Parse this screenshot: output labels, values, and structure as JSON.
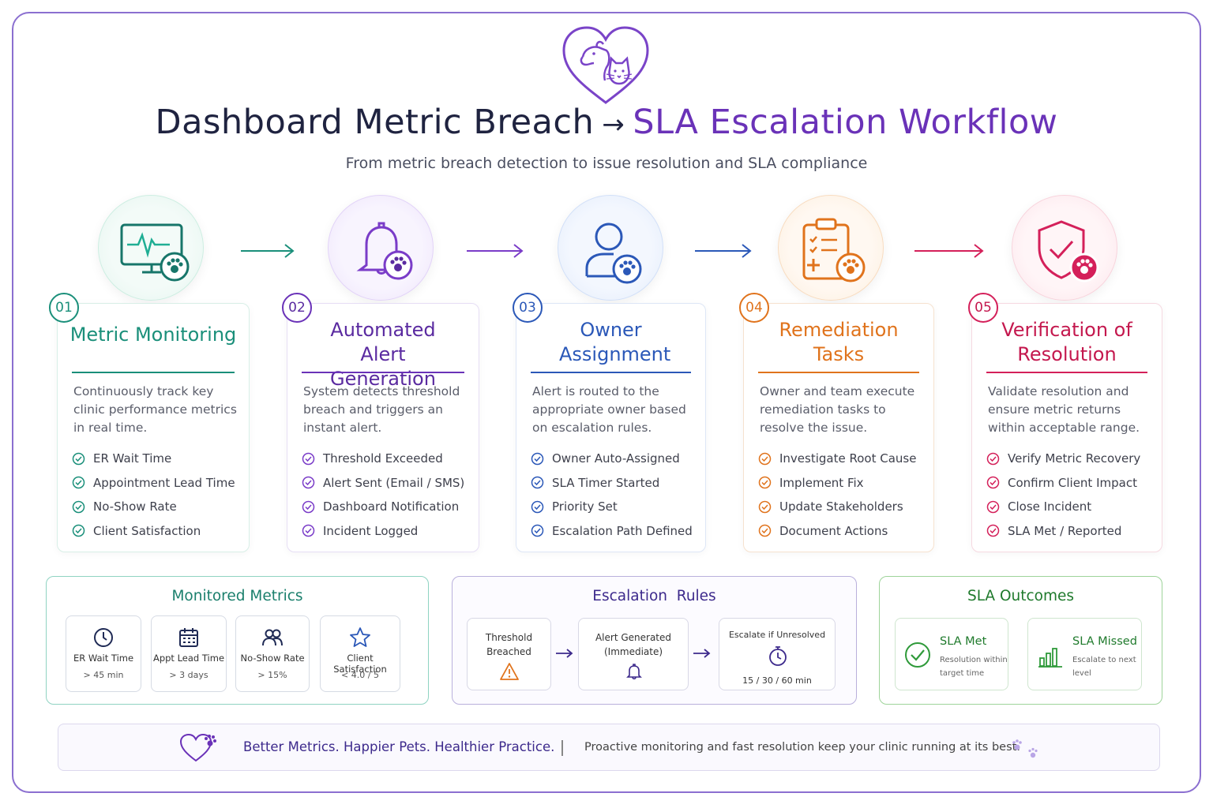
{
  "header": {
    "title_part1": "Dashboard Metric Breach",
    "title_arrow": "→",
    "title_part2": "SLA Escalation Workflow",
    "subtitle": "From metric breach detection to issue resolution and SLA compliance",
    "logo_icon": "heart-dog-cat-icon"
  },
  "colors": {
    "teal": "#1a8f7a",
    "purple": "#6a32b8",
    "blue": "#2b58b8",
    "orange": "#e0731c",
    "pink": "#d4205a",
    "green": "#2f9a3a"
  },
  "steps": [
    {
      "num": "01",
      "title": "Metric Monitoring",
      "icon": "monitor-heartbeat-icon",
      "desc": "Continuously track key clinic performance metrics in real time.",
      "items": [
        "ER Wait Time",
        "Appointment Lead Time",
        "No-Show Rate",
        "Client Satisfaction"
      ]
    },
    {
      "num": "02",
      "title": "Automated Alert Generation",
      "icon": "bell-icon",
      "desc": "System detects threshold breach and triggers an instant alert.",
      "items": [
        "Threshold Exceeded",
        "Alert Sent (Email / SMS)",
        "Dashboard Notification",
        "Incident Logged"
      ]
    },
    {
      "num": "03",
      "title": "Owner Assignment",
      "icon": "user-icon",
      "desc": "Alert is routed to the appropriate owner based on escalation rules.",
      "items": [
        "Owner Auto-Assigned",
        "SLA Timer Started",
        "Priority Set",
        "Escalation Path Defined"
      ]
    },
    {
      "num": "04",
      "title": "Remediation Tasks",
      "icon": "clipboard-checklist-icon",
      "desc": "Owner and team execute remediation tasks to resolve the issue.",
      "items": [
        "Investigate Root Cause",
        "Implement Fix",
        "Update Stakeholders",
        "Document Actions"
      ]
    },
    {
      "num": "05",
      "title": "Verification of Resolution",
      "icon": "shield-check-icon",
      "desc": "Validate resolution and ensure metric returns within acceptable range.",
      "items": [
        "Verify Metric Recovery",
        "Confirm Client Impact",
        "Close Incident",
        "SLA Met / Reported"
      ]
    }
  ],
  "monitored_metrics": {
    "title": "Monitored Metrics",
    "tiles": [
      {
        "label": "ER Wait Time",
        "value": "> 45 min",
        "icon": "clock-icon"
      },
      {
        "label": "Appt Lead Time",
        "value": "> 3 days",
        "icon": "calendar-icon"
      },
      {
        "label": "No-Show Rate",
        "value": "> 15%",
        "icon": "users-icon"
      },
      {
        "label": "Client Satisfaction",
        "value": "< 4.0 / 5",
        "icon": "star-icon"
      }
    ]
  },
  "escalation_rules": {
    "title": "Escalation  Rules",
    "boxes": [
      {
        "line1": "Threshold",
        "line2": "Breached",
        "icon": "warning-icon"
      },
      {
        "line1": "Alert Generated",
        "line2": "(Immediate)",
        "icon": "bell-icon"
      },
      {
        "line1": "Escalate if Unresolved",
        "line2": "15 / 30 / 60 min",
        "icon": "timer-icon"
      }
    ]
  },
  "sla_outcomes": {
    "title": "SLA Outcomes",
    "met": {
      "title": "SLA Met",
      "desc": "Resolution within target time",
      "icon": "check-circle-icon"
    },
    "missed": {
      "title": "SLA Missed",
      "desc": "Escalate to next level",
      "icon": "bar-chart-icon"
    }
  },
  "banner": {
    "headline": "Better Metrics. Happier Pets. Healthier Practice.",
    "text": "Proactive monitoring and fast resolution keep your clinic running at its best.",
    "icon": "heart-paw-icon",
    "paws_icon": "paw-prints-icon"
  }
}
